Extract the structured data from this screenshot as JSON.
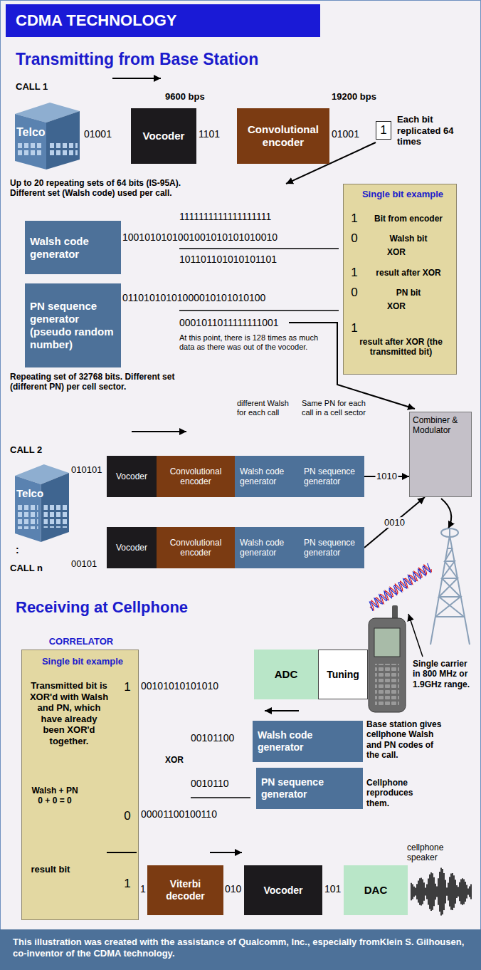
{
  "diagram": {
    "title": "CDMA TECHNOLOGY",
    "caption": "This illustration was created with the assistance of Qualcomm, Inc., especially fromKlein S. Gilhousen, co-inventor of the CDMA technology.",
    "nodes": [
      {
        "text": [
          "Telco"
        ]
      },
      {
        "text": [
          "Vocoder"
        ]
      },
      {
        "text": [
          "Convolutional encoder"
        ]
      },
      {
        "text": [
          "1"
        ]
      },
      {
        "text": [
          "Single bit example",
          "1",
          "Bit from encoder",
          "0",
          "Walsh bit",
          "XOR",
          "1",
          "result after XOR",
          "0",
          "PN bit",
          "XOR",
          "1",
          "result after XOR (the transmitted bit)"
        ]
      },
      {
        "text": [
          "Walsh code generator"
        ]
      },
      {
        "text": [
          "PN sequence generator (pseudo random number)"
        ]
      },
      {
        "text": [
          "Combiner & Modulator"
        ]
      },
      {
        "text": [
          "Telco"
        ]
      },
      {
        "text": [
          "Vocoder"
        ]
      },
      {
        "text": [
          "Convolutional encoder"
        ]
      },
      {
        "text": [
          "Walsh code generator"
        ]
      },
      {
        "text": [
          "PN sequence generator"
        ]
      },
      {
        "text": [
          "Vocoder"
        ]
      },
      {
        "text": [
          "Convolutional encoder"
        ]
      },
      {
        "text": [
          "Walsh code generator"
        ]
      },
      {
        "text": [
          "PN sequence generator"
        ]
      },
      {
        "text": [
          "CORRELATOR",
          "Single bit example",
          "Transmitted bit is XOR'd with Walsh and PN, which have already been XOR'd together.",
          "1",
          "Walsh + PN 0 + 0 = 0",
          "0",
          "result bit",
          "1"
        ]
      },
      {
        "text": [
          "ADC"
        ]
      },
      {
        "text": [
          "Tuning"
        ]
      },
      {
        "text": [
          "Walsh code generator"
        ]
      },
      {
        "text": [
          "PN sequence generator"
        ]
      },
      {
        "text": [
          "Viterbi decoder"
        ]
      },
      {
        "text": [
          "Vocoder"
        ]
      },
      {
        "text": [
          "DAC"
        ]
      }
    ],
    "edges": [
      {
        "from": 12,
        "to": 7,
        "arrow": "to",
        "label": "1010"
      },
      {
        "from": 16,
        "to": 7,
        "arrow": "to",
        "label": "0010"
      }
    ],
    "labels": [
      "Transmitting from Base Station",
      "CALL 1",
      "9600 bps",
      "19200 bps",
      "01001",
      "1101",
      "01001",
      "Each bit replicated 64 times",
      "Up to 20 repeating sets of 64 bits (IS-95A). Different set (Walsh code) used per call.",
      "1111111111111111111",
      "1001010101001001010101010010",
      "101101101010101101",
      "01101010101000010101010100",
      "0001011011111111001",
      "At this point, there is 128 times as much data as there was out of the vocoder.",
      "Repeating set of 32768 bits. Different set (different PN) per cell sector.",
      "different Walsh for each call",
      "Same PN for each call in a cell sector",
      "CALL 2",
      "010101",
      ":",
      "CALL n",
      "00101",
      "Receiving at Cellphone",
      "00101010101010",
      "Single carrier in 800 MHz or 1.9GHz range.",
      "Base station gives cellphone Walsh and PN codes of the call.",
      "Cellphone reproduces them.",
      "XOR",
      "00101100",
      "0010110",
      "00001100100110",
      "cellphone speaker",
      "1",
      "010",
      "101"
    ]
  }
}
